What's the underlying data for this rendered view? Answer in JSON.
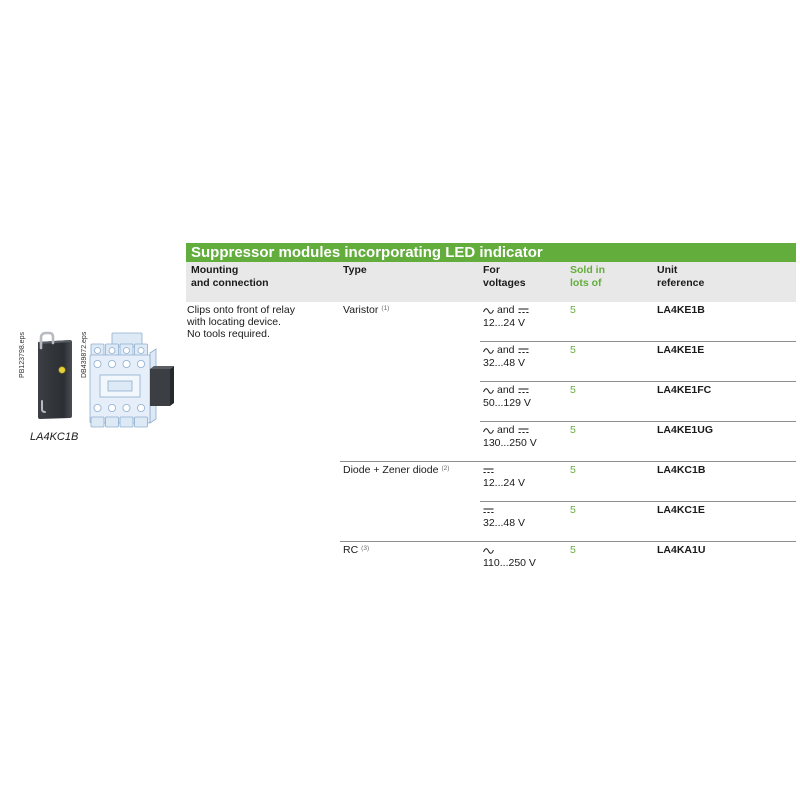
{
  "figures": {
    "photo_file_label": "PB123798.eps",
    "drawing_file_label": "DB439872.eps",
    "caption": "LA4KC1B"
  },
  "table": {
    "title": "Suppressor modules incorporating LED indicator",
    "headers": {
      "mounting": {
        "line1": "Mounting",
        "line2": "and connection"
      },
      "type": {
        "line1": "Type"
      },
      "voltages": {
        "line1": "For",
        "line2": "voltages"
      },
      "lots": {
        "line1": "Sold in",
        "line2": "lots of"
      },
      "reference": {
        "line1": "Unit",
        "line2": "reference"
      }
    },
    "mounting": [
      "Clips onto front of relay",
      "with locating device.",
      "No tools required."
    ],
    "groups": [
      {
        "type": "Varistor",
        "note": "(1)",
        "rows": [
          {
            "supply_icons": [
              "ac-sine-icon",
              "dc-icon"
            ],
            "conjunction": "and",
            "range": "12...24 V",
            "lots": "5",
            "reference": "LA4KE1B"
          },
          {
            "supply_icons": [
              "ac-sine-icon",
              "dc-icon"
            ],
            "conjunction": "and",
            "range": "32...48 V",
            "lots": "5",
            "reference": "LA4KE1E"
          },
          {
            "supply_icons": [
              "ac-sine-icon",
              "dc-icon"
            ],
            "conjunction": "and",
            "range": "50...129 V",
            "lots": "5",
            "reference": "LA4KE1FC"
          },
          {
            "supply_icons": [
              "ac-sine-icon",
              "dc-icon"
            ],
            "conjunction": "and",
            "range": "130...250 V",
            "lots": "5",
            "reference": "LA4KE1UG"
          }
        ]
      },
      {
        "type": "Diode + Zener diode",
        "note": "(2)",
        "rows": [
          {
            "supply_icons": [
              "dc-icon"
            ],
            "range": "12...24 V",
            "lots": "5",
            "reference": "LA4KC1B"
          },
          {
            "supply_icons": [
              "dc-icon"
            ],
            "range": "32...48 V",
            "lots": "5",
            "reference": "LA4KC1E"
          }
        ]
      },
      {
        "type": "RC",
        "note": "(3)",
        "rows": [
          {
            "supply_icons": [
              "ac-sine-icon"
            ],
            "range": "110...250 V",
            "lots": "5",
            "reference": "LA4KA1U"
          }
        ]
      }
    ]
  },
  "colors": {
    "accent_green": "#63ad3d",
    "header_band": "#e8e8e8",
    "rule_line": "#8f8f8f"
  }
}
